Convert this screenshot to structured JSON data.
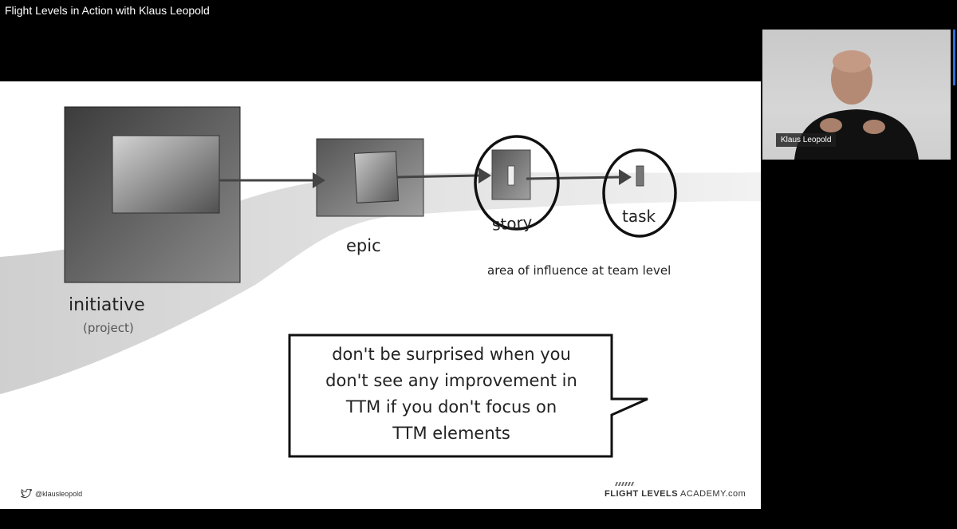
{
  "window": {
    "title": "Flight Levels in Action with Klaus Leopold"
  },
  "slide": {
    "labels": {
      "initiative": "initiative",
      "project": "(project)",
      "epic": "epic",
      "story": "story",
      "task": "task",
      "area_of_influence": "area of influence at team level"
    },
    "bubble_lines": [
      "don't be surprised when you",
      "don't see any improvement in",
      "TTM if you don't focus on",
      "TTM elements"
    ],
    "footer": {
      "twitter_handle": "@klausleopold",
      "academy_bold": "FLIGHT LEVELS",
      "academy_rest": " ACADEMY.com"
    }
  },
  "webcam": {
    "participant_name": "Klaus Leopold"
  },
  "icons": {
    "twitter": "twitter-bird-icon"
  },
  "colors": {
    "background": "#000000",
    "slide": "#ffffff",
    "accent": "#2f6fd6"
  }
}
